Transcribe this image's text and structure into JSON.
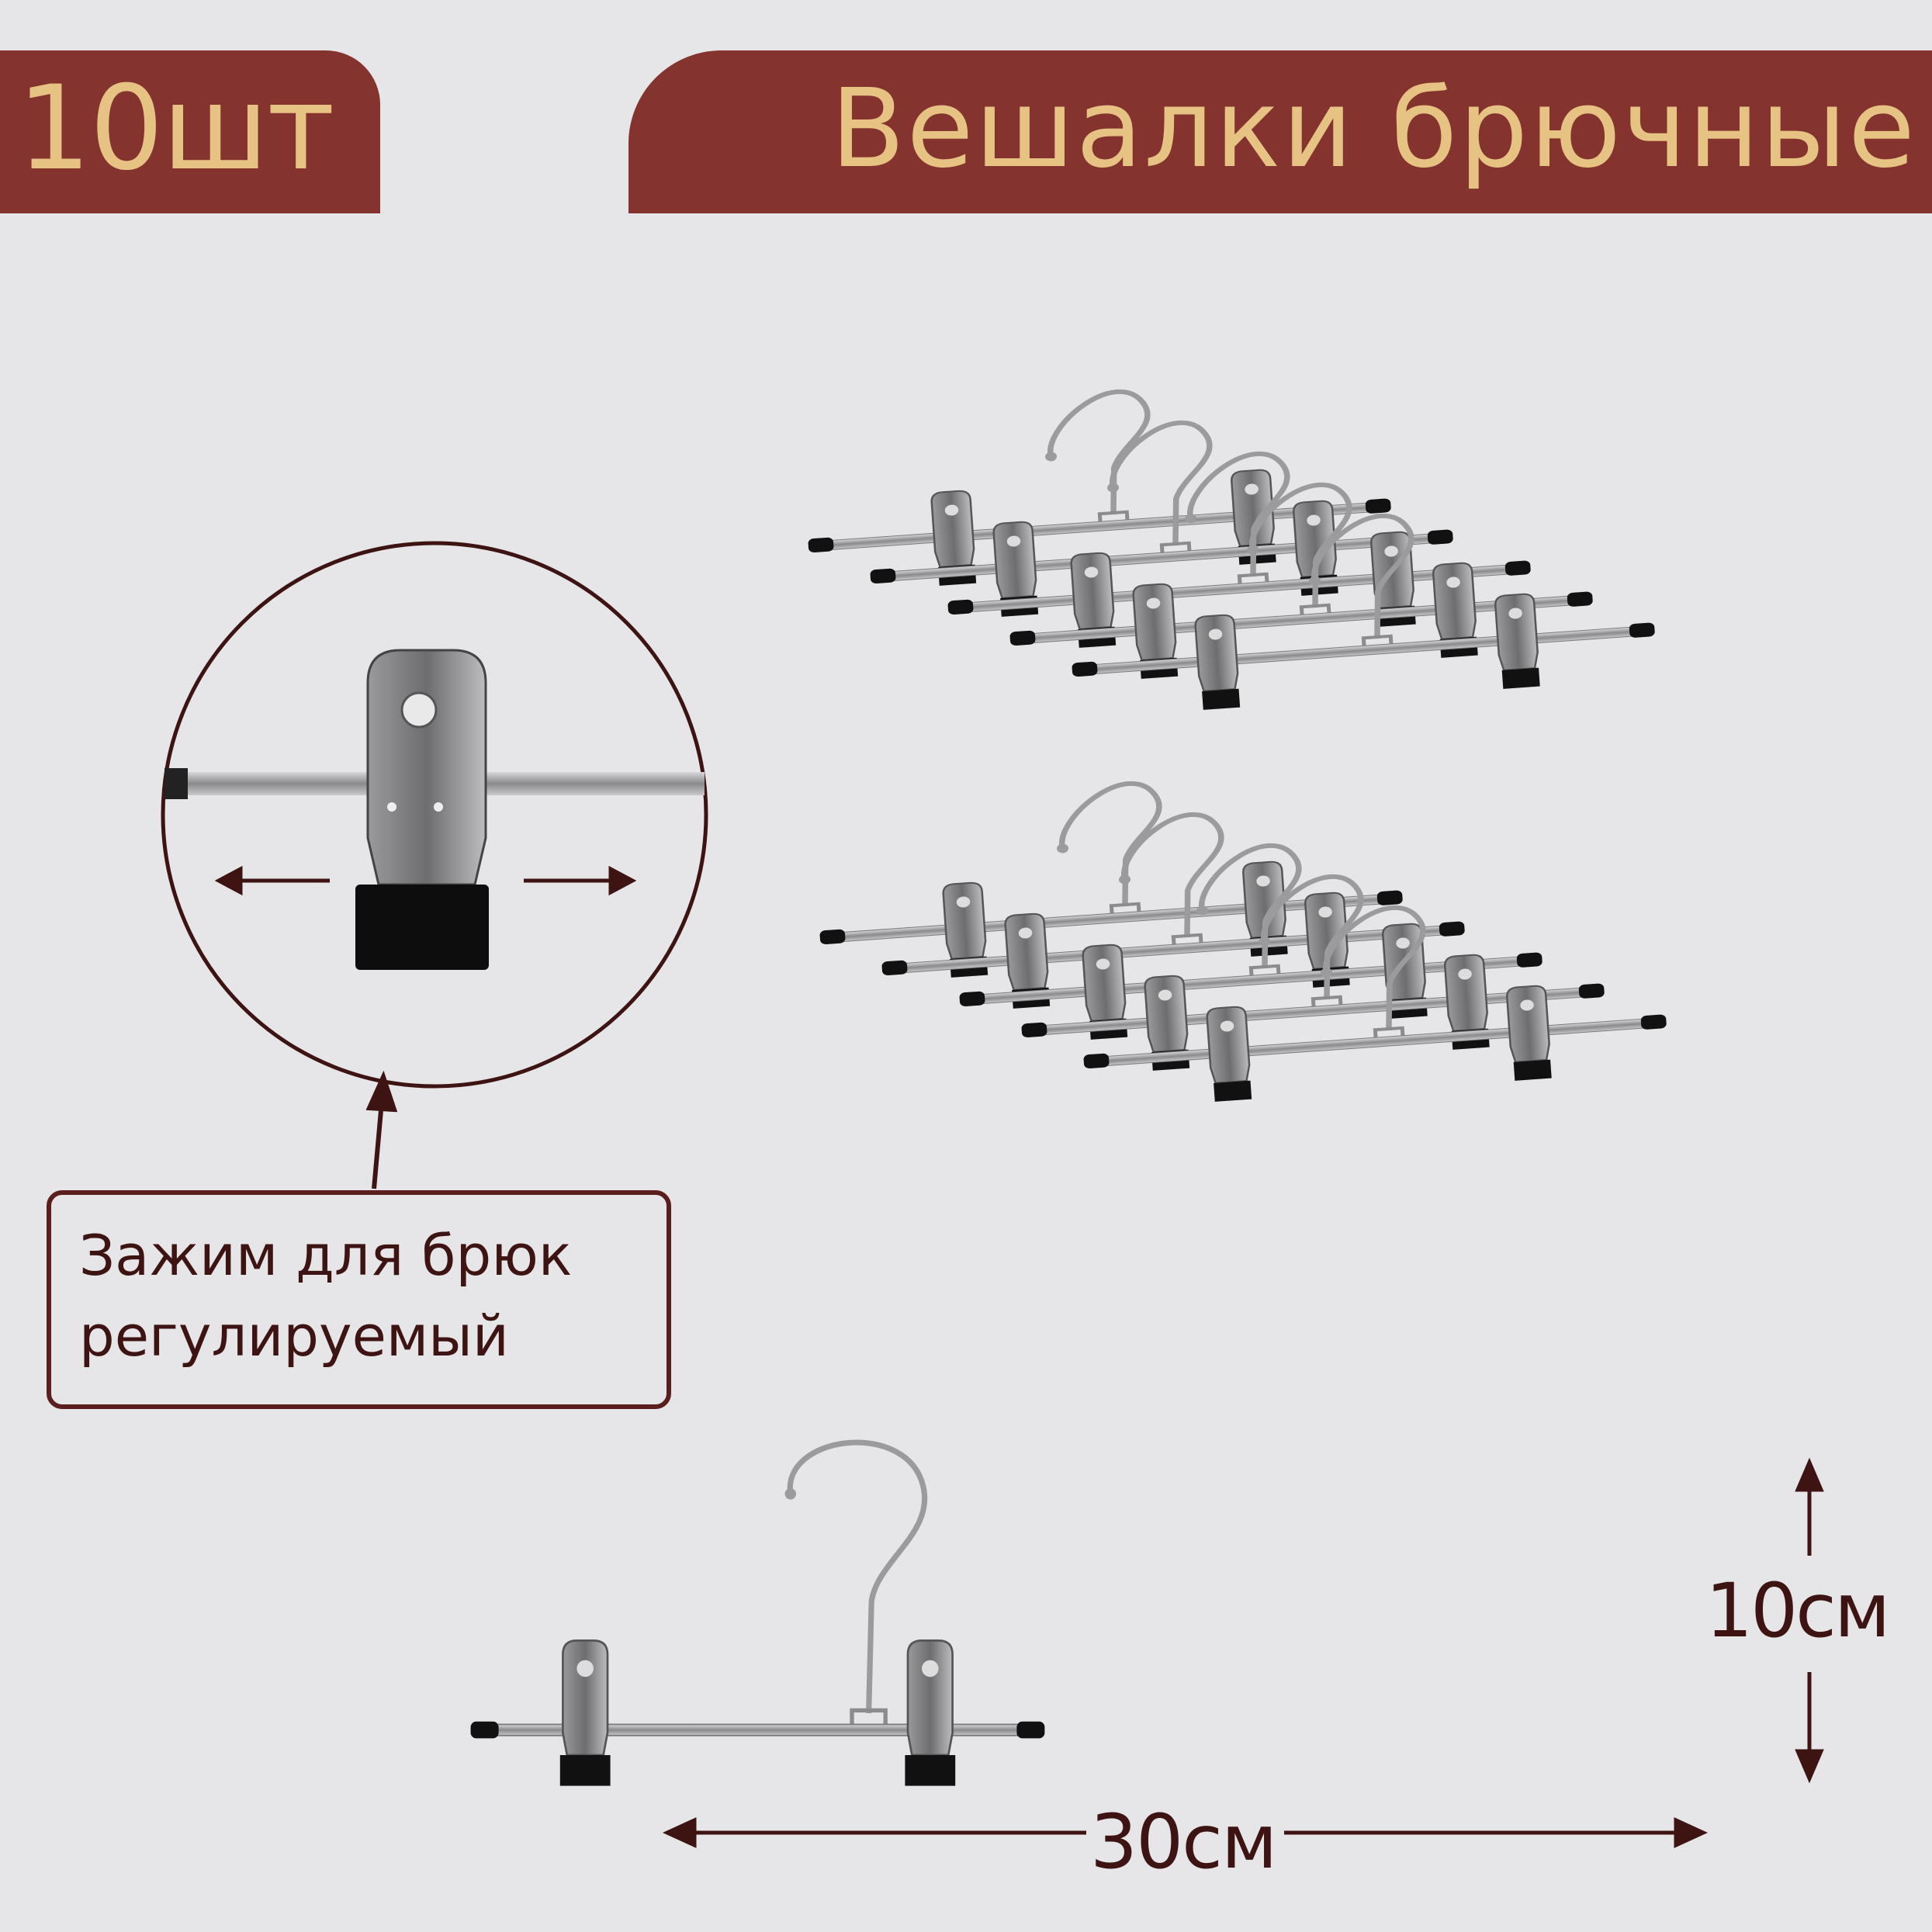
{
  "header": {
    "quantity_label": "10шт",
    "title": "Вешалки брючные"
  },
  "callout": {
    "line1": "Зажим для брюк",
    "line2": "регулируемый"
  },
  "dimensions": {
    "width_label": "30см",
    "height_label": "10см"
  },
  "colors": {
    "banner_bg": "#84332f",
    "banner_text": "#e6c283",
    "accent_dark": "#5a1e1c",
    "background": "#e6e5e8"
  },
  "icons": [
    "hanger-icon",
    "clip-icon",
    "arrow-left-icon",
    "arrow-right-icon",
    "arrow-up-icon",
    "arrow-down-icon"
  ]
}
